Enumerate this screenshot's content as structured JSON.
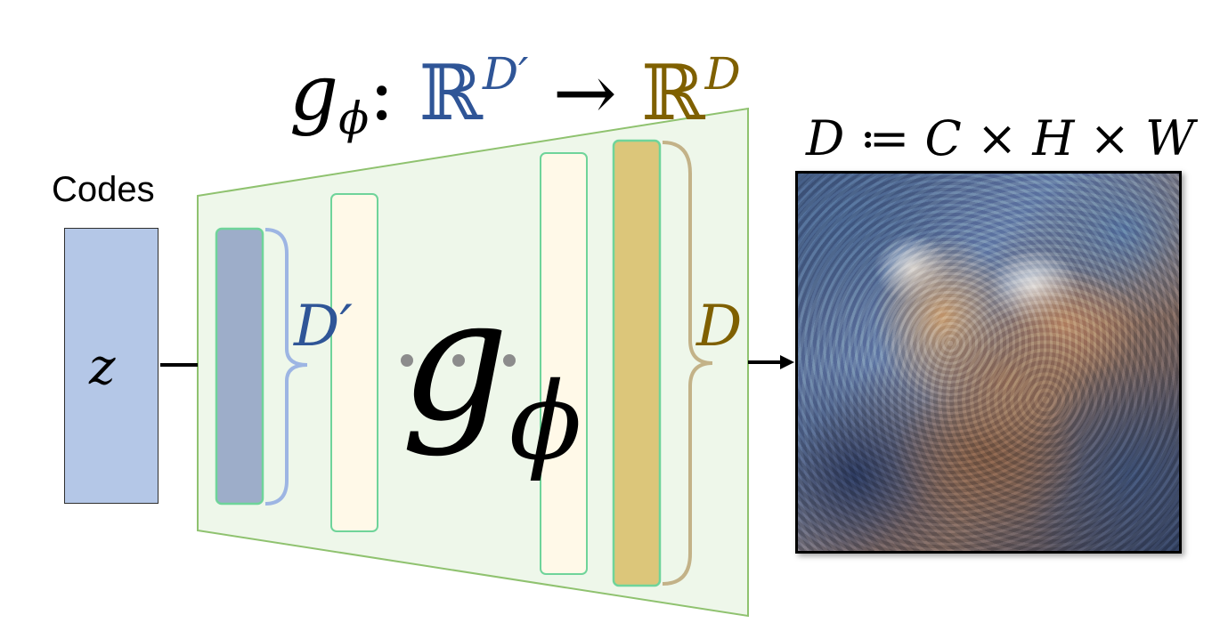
{
  "title": {
    "fn": "g",
    "fn_sub": "ϕ",
    "colon": ":",
    "domain_set": "ℝ",
    "domain_exp": "D′",
    "arrow": "→",
    "codomain_set": "ℝ",
    "codomain_exp": "D"
  },
  "dimension_def": {
    "lhs": "D",
    "op": "≔",
    "c": "C",
    "times1": "×",
    "h": "H",
    "times2": "×",
    "w": "W"
  },
  "codes": {
    "label": "Codes",
    "variable": "z"
  },
  "generator": {
    "symbol": "g",
    "symbol_sub": "ϕ",
    "input_dim_label": "D′",
    "output_dim_label": "D",
    "ellipsis_dots": "• • •"
  },
  "output_image": {
    "description_icon": "generated-image"
  },
  "colors": {
    "code_box": "#b4c7e7",
    "generator_fill": "#eef7ea",
    "generator_border": "#8fc26f",
    "input_layer": "#9dadc9",
    "hidden_layer": "#fff9e8",
    "output_layer": "#dcc67a",
    "layer_border": "#6fd49a",
    "input_brace": "#9db5e3",
    "output_brace": "#c3b288",
    "blue_text": "#2f5597",
    "gold_text": "#7f6000"
  }
}
